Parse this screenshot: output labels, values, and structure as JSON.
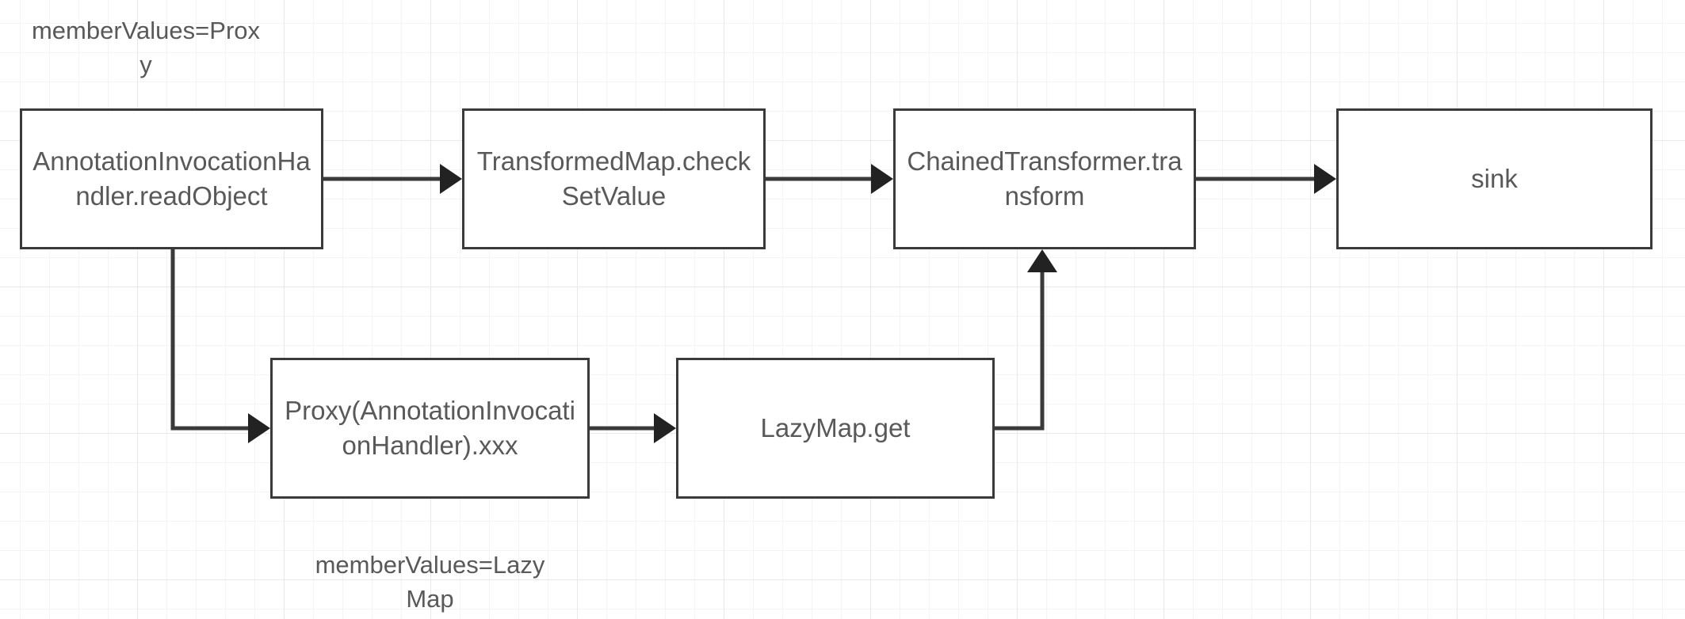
{
  "diagram": {
    "title": "Java deserialization gadget chain flow",
    "background_color": "#ffffff",
    "grid_color": "#f4f4f4",
    "node_border_color": "#3a3a3a",
    "text_color": "#595959",
    "arrow_color": "#222222"
  },
  "nodes": [
    {
      "id": "n1",
      "label": "AnnotationInvocationHandler.readObject"
    },
    {
      "id": "n2",
      "label": "TransformedMap.checkSetValue"
    },
    {
      "id": "n3",
      "label": "ChainedTransformer.transform"
    },
    {
      "id": "n4",
      "label": "sink"
    },
    {
      "id": "n5",
      "label": "Proxy(AnnotationInvocationHandler).xxx"
    },
    {
      "id": "n6",
      "label": "LazyMap.get"
    }
  ],
  "annotations": [
    {
      "id": "a1",
      "text": "memberValues=Proxy"
    },
    {
      "id": "a2",
      "text": "memberValues=LazyMap"
    }
  ],
  "edges": [
    {
      "id": "e1",
      "from": "n1",
      "to": "n2",
      "label": ""
    },
    {
      "id": "e2",
      "from": "n2",
      "to": "n3",
      "label": ""
    },
    {
      "id": "e3",
      "from": "n3",
      "to": "n4",
      "label": ""
    },
    {
      "id": "e4",
      "from": "n1",
      "to": "n5",
      "label": ""
    },
    {
      "id": "e5",
      "from": "n5",
      "to": "n6",
      "label": ""
    },
    {
      "id": "e6",
      "from": "n6",
      "to": "n3",
      "label": ""
    }
  ]
}
